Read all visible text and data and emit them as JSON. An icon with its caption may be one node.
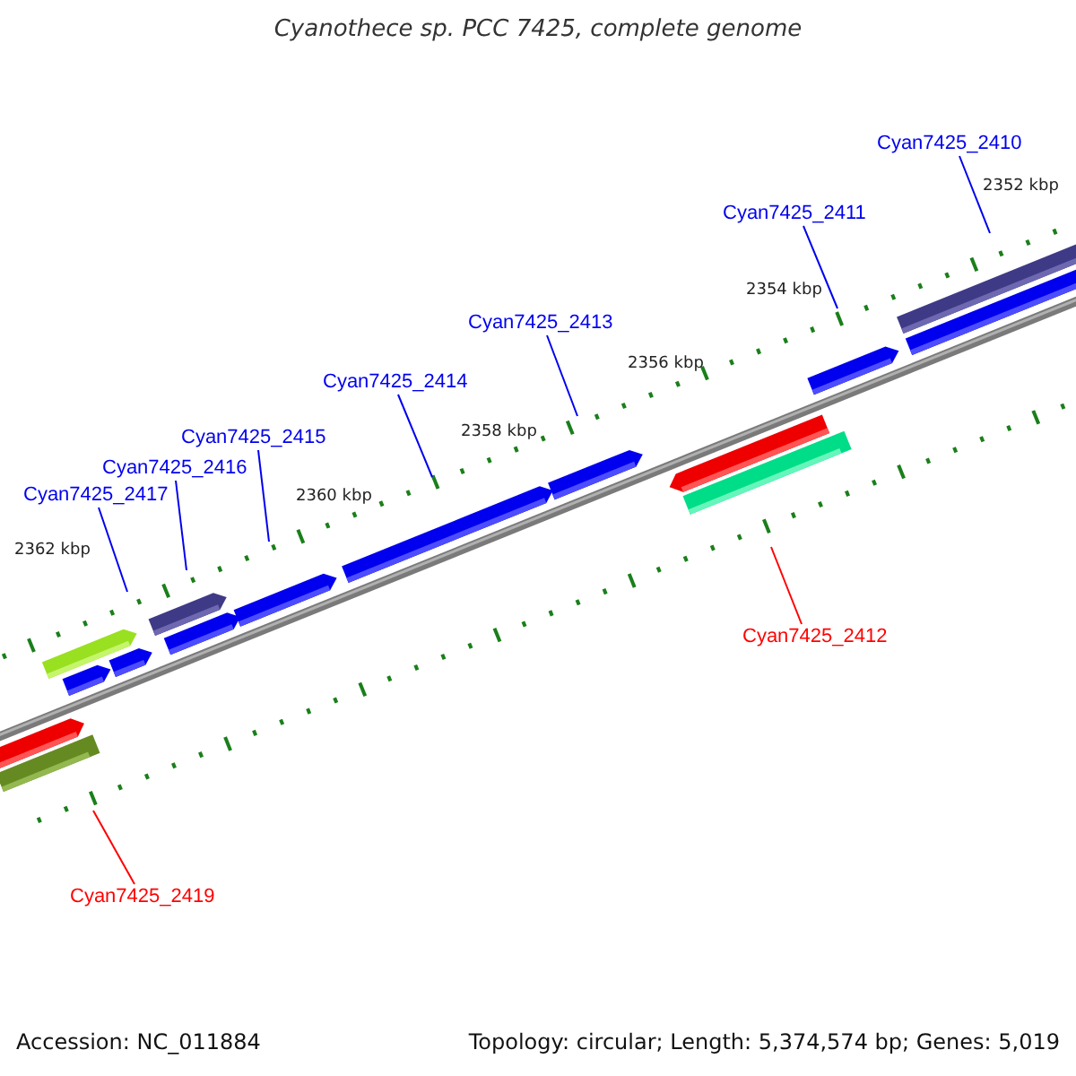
{
  "diagram": {
    "title": "Cyanothece sp. PCC 7425, complete genome",
    "nodes": [
      {
        "text": [
          "Cyan7425_2410"
        ]
      },
      {
        "text": [
          "Cyan7425_2411"
        ]
      },
      {
        "text": [
          "Cyan7425_2413"
        ]
      },
      {
        "text": [
          "Cyan7425_2414"
        ]
      },
      {
        "text": [
          "Cyan7425_2415"
        ]
      },
      {
        "text": [
          "Cyan7425_2416"
        ]
      },
      {
        "text": [
          "Cyan7425_2417"
        ]
      },
      {
        "text": [
          "Cyan7425_2412"
        ]
      },
      {
        "text": [
          "Cyan7425_2419"
        ]
      }
    ],
    "edges": [
      {
        "from": 0,
        "to": null,
        "arrow": "none"
      },
      {
        "from": 1,
        "to": null,
        "arrow": "none"
      },
      {
        "from": 2,
        "to": null,
        "arrow": "none"
      },
      {
        "from": 3,
        "to": null,
        "arrow": "none"
      },
      {
        "from": 4,
        "to": null,
        "arrow": "none"
      },
      {
        "from": 5,
        "to": null,
        "arrow": "none"
      },
      {
        "from": 6,
        "to": null,
        "arrow": "none"
      },
      {
        "from": 7,
        "to": null,
        "arrow": "none",
        "color": "#ff0000"
      },
      {
        "from": 8,
        "to": null,
        "arrow": "none",
        "color": "#ff0000"
      }
    ],
    "labels": [
      "2352 kbp",
      "2354 kbp",
      "2356 kbp",
      "2358 kbp",
      "2360 kbp",
      "2362 kbp",
      "Accession: NC_011884",
      "Topology: circular; Length: 5,374,574 bp; Genes: 5,019"
    ]
  }
}
